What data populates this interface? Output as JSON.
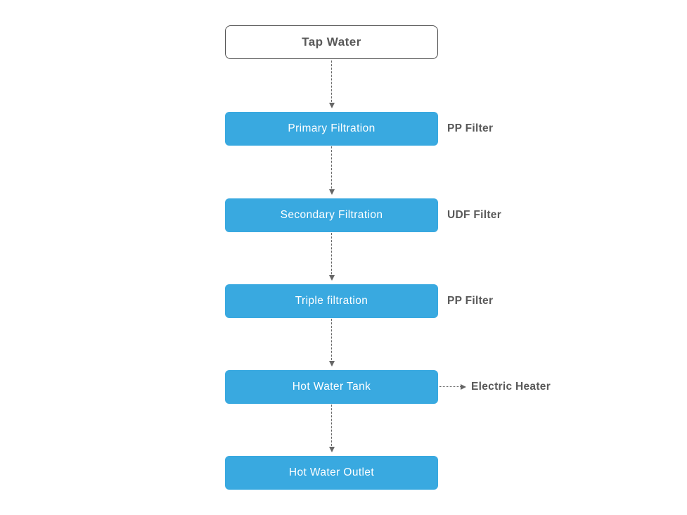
{
  "diagram": {
    "nodes": [
      {
        "id": "tap-water",
        "label": "Tap Water",
        "type": "start"
      },
      {
        "id": "primary-filtration",
        "label": "Primary Filtration",
        "type": "process",
        "side_label": "PP Filter"
      },
      {
        "id": "secondary-filtration",
        "label": "Secondary Filtration",
        "type": "process",
        "side_label": "UDF Filter"
      },
      {
        "id": "triple-filtration",
        "label": "Triple filtration",
        "type": "process",
        "side_label": "PP Filter"
      },
      {
        "id": "hot-water-tank",
        "label": "Hot Water Tank",
        "type": "process",
        "side_label": "Electric Heater"
      },
      {
        "id": "hot-water-outlet",
        "label": "Hot Water Outlet",
        "type": "process"
      }
    ],
    "connectors": [
      {
        "from": "tap-water",
        "to": "primary-filtration",
        "style": "dashed-arrow-down"
      },
      {
        "from": "primary-filtration",
        "to": "secondary-filtration",
        "style": "dashed-arrow-down"
      },
      {
        "from": "secondary-filtration",
        "to": "triple-filtration",
        "style": "dashed-arrow-down"
      },
      {
        "from": "triple-filtration",
        "to": "hot-water-tank",
        "style": "dashed-arrow-down"
      },
      {
        "from": "hot-water-tank",
        "to": "hot-water-outlet",
        "style": "dashed-arrow-down"
      },
      {
        "from": "hot-water-tank",
        "to": "electric-heater-label",
        "style": "dotted-arrow-right"
      }
    ],
    "colors": {
      "node_fill": "#39a9e0",
      "node_text": "#ffffff",
      "start_fill": "#ffffff",
      "start_border": "#4d4d4d",
      "label_text": "#595959",
      "connector": "#666666"
    }
  }
}
